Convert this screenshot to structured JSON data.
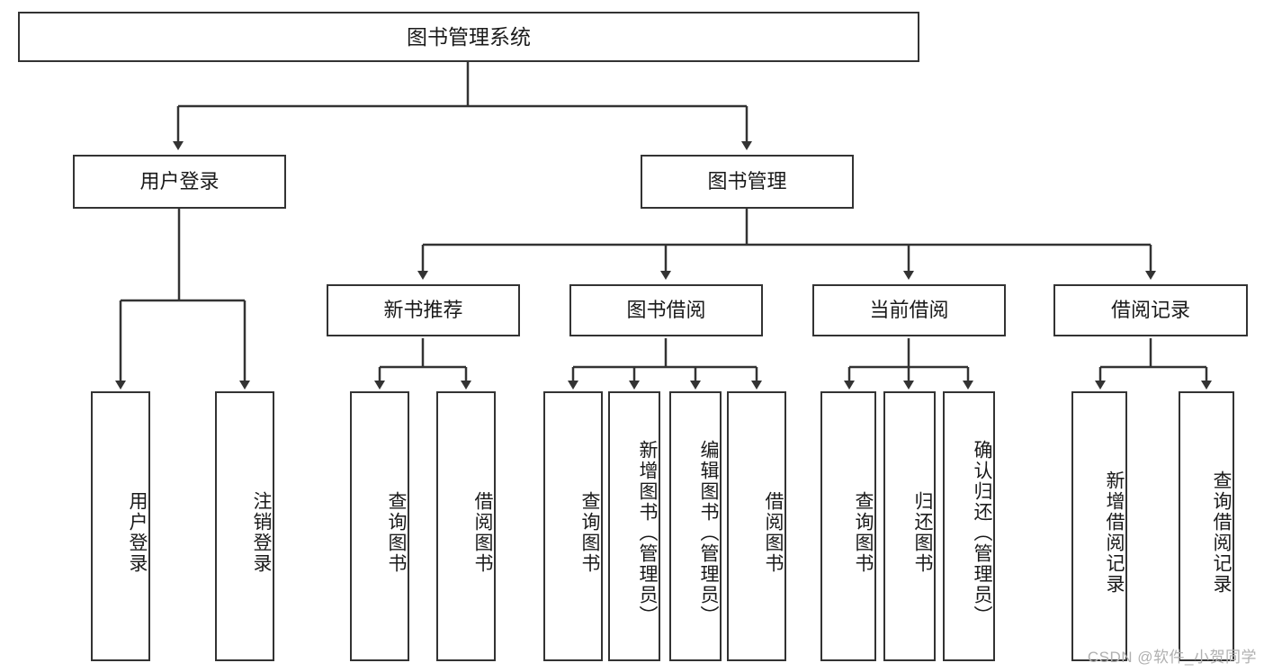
{
  "diagram": {
    "title": "图书管理系统",
    "type": "tree-hierarchy",
    "root": {
      "id": "root",
      "label": "图书管理系统"
    },
    "level2": [
      {
        "id": "user-login",
        "label": "用户登录"
      },
      {
        "id": "book-management",
        "label": "图书管理"
      }
    ],
    "level3": [
      {
        "id": "new-book-recommend",
        "label": "新书推荐"
      },
      {
        "id": "book-borrow",
        "label": "图书借阅"
      },
      {
        "id": "current-borrow",
        "label": "当前借阅"
      },
      {
        "id": "borrow-record",
        "label": "借阅记录"
      }
    ],
    "leaves": {
      "user_login": [
        {
          "id": "leaf-user-login",
          "label": "用户登录"
        },
        {
          "id": "leaf-logout",
          "label": "注销登录"
        }
      ],
      "new_book_recommend": [
        {
          "id": "leaf-query-book-1",
          "label": "查询图书"
        },
        {
          "id": "leaf-borrow-book-1",
          "label": "借阅图书"
        }
      ],
      "book_borrow": [
        {
          "id": "leaf-query-book-2",
          "label": "查询图书"
        },
        {
          "id": "leaf-add-book",
          "label": "新增图书（管理员）"
        },
        {
          "id": "leaf-edit-book",
          "label": "编辑图书（管理员）"
        },
        {
          "id": "leaf-borrow-book-2",
          "label": "借阅图书"
        }
      ],
      "current_borrow": [
        {
          "id": "leaf-query-book-3",
          "label": "查询图书"
        },
        {
          "id": "leaf-return-book",
          "label": "归还图书"
        },
        {
          "id": "leaf-confirm-return",
          "label": "确认归还（管理员）"
        }
      ],
      "borrow_record": [
        {
          "id": "leaf-add-record",
          "label": "新增借阅记录"
        },
        {
          "id": "leaf-query-record",
          "label": "查询借阅记录"
        }
      ]
    },
    "watermark": "CSDN @软件_小贺同学",
    "colors": {
      "border": "#333333",
      "background": "#ffffff",
      "text": "#1a1a1a",
      "watermark": "#b0b0b0"
    }
  }
}
